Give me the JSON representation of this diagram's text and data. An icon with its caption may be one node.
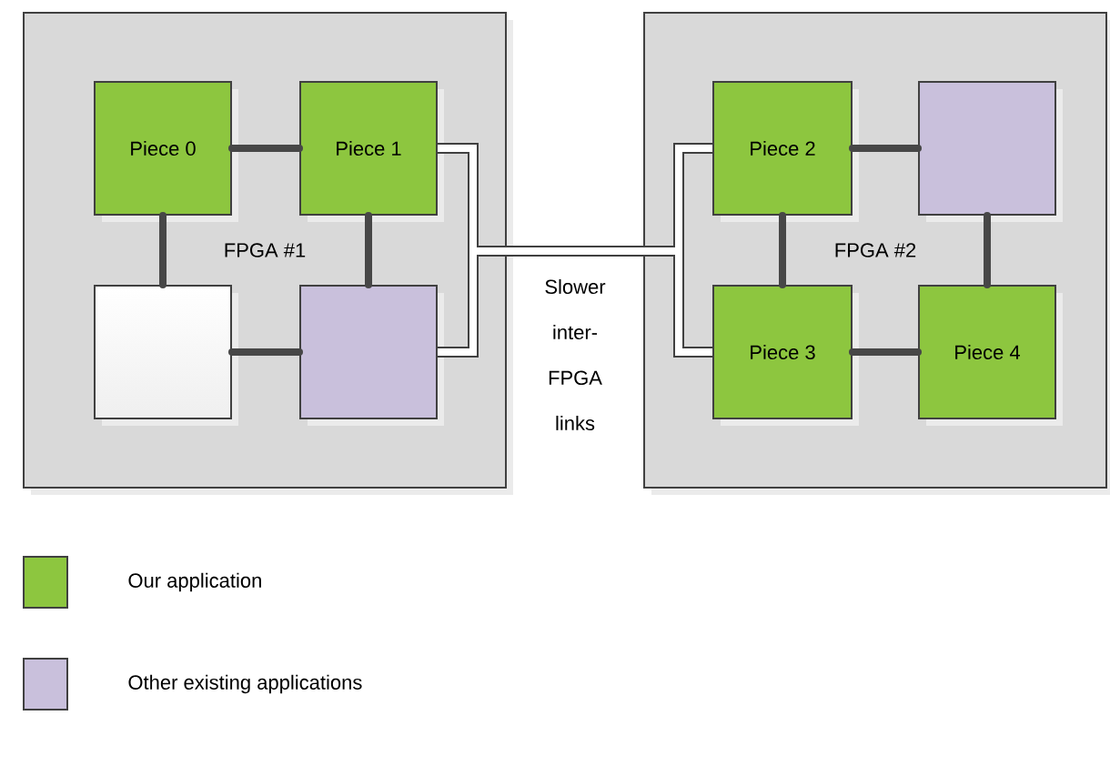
{
  "diagram": {
    "nodes": [
      {
        "text": [
          "FPGA #1"
        ]
      },
      {
        "text": [
          "Piece 0"
        ],
        "in": 0
      },
      {
        "text": [
          "Piece 1"
        ],
        "in": 0
      },
      {
        "text": [],
        "shape": "box",
        "in": 0
      },
      {
        "text": [],
        "shape": "box",
        "in": 0
      },
      {
        "text": [
          "FPGA #2"
        ]
      },
      {
        "text": [
          "Piece 2"
        ],
        "in": 5
      },
      {
        "text": [],
        "shape": "box",
        "in": 5
      },
      {
        "text": [
          "Piece 3"
        ],
        "in": 5
      },
      {
        "text": [
          "Piece 4"
        ],
        "in": 5
      }
    ],
    "edges": [
      {
        "from": 1,
        "to": 2,
        "arrow": "none"
      },
      {
        "from": 1,
        "to": 3,
        "arrow": "none"
      },
      {
        "from": 2,
        "to": 4,
        "arrow": "none"
      },
      {
        "from": 3,
        "to": 4,
        "arrow": "none"
      },
      {
        "from": 6,
        "to": 7,
        "arrow": "none"
      },
      {
        "from": 6,
        "to": 8,
        "arrow": "none"
      },
      {
        "from": 7,
        "to": 9,
        "arrow": "none"
      },
      {
        "from": 8,
        "to": 9,
        "arrow": "none"
      },
      {
        "from": 2,
        "to": 6,
        "arrow": "none"
      },
      {
        "from": 2,
        "to": 8,
        "arrow": "none"
      },
      {
        "from": 4,
        "to": 6,
        "arrow": "none"
      },
      {
        "from": 4,
        "to": 8,
        "arrow": "none"
      }
    ],
    "labels": [
      "Slower inter-FPGA links"
    ],
    "legend": [
      {
        "text": "Our application",
        "color": "#8dc63f"
      },
      {
        "text": "Other existing applications",
        "color": "#c9c0dc"
      }
    ]
  }
}
